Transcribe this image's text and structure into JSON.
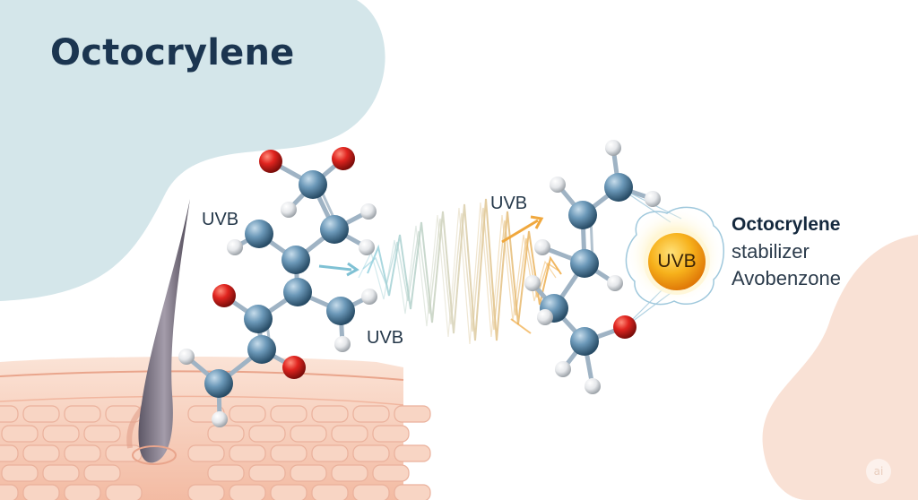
{
  "title": "Octocrylene",
  "labels": {
    "uvb_left": "UVB",
    "uvb_top": "UVB",
    "uvb_bottom": "UVB",
    "uvb_core": "UVB"
  },
  "legend": {
    "line1": "Octocrylene",
    "line2": "stabilizer",
    "line3": "Avobenzone"
  },
  "watermark": "ai",
  "colors": {
    "title": "#1b3550",
    "carbon_atom": "#4f7fa0",
    "oxygen_atom": "#d42424",
    "hydrogen_atom": "#e8eaec",
    "wave_blue": "#8fc6d6",
    "wave_orange": "#f1b04c",
    "skin": "#f6cdb9",
    "top_left_blob": "#d4e6ea",
    "bottom_right_blob": "#f9e0d4",
    "sun_core": "#f5a91a"
  },
  "icons": {
    "hair": "hair-strand-icon",
    "sun": "sun-uvb-icon",
    "arrows": "arrow-icon"
  }
}
